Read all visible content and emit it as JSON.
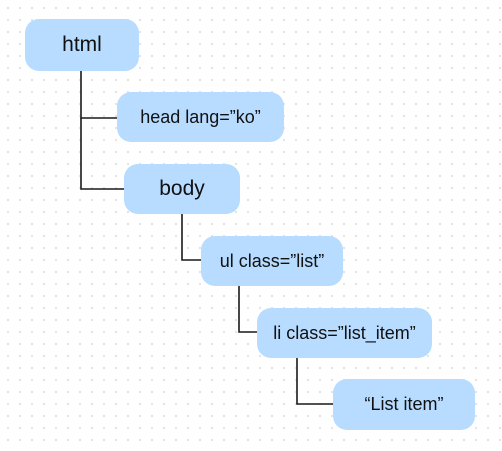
{
  "diagram": {
    "nodes": [
      {
        "id": "html",
        "label": "html"
      },
      {
        "id": "head",
        "label": "head lang=”ko”"
      },
      {
        "id": "body",
        "label": "body"
      },
      {
        "id": "ul",
        "label": "ul class=”list”"
      },
      {
        "id": "li",
        "label": "li class=”list_item”"
      },
      {
        "id": "text",
        "label": "“List item”"
      }
    ],
    "edges": [
      {
        "from": "html",
        "to": "head"
      },
      {
        "from": "html",
        "to": "body"
      },
      {
        "from": "body",
        "to": "ul"
      },
      {
        "from": "ul",
        "to": "li"
      },
      {
        "from": "li",
        "to": "text"
      }
    ],
    "colors": {
      "node_fill": "#b7dcff",
      "connector": "#1a1a1a",
      "text": "#111111",
      "background": "#ffffff",
      "grid_dot": "#dcdcdc"
    }
  }
}
